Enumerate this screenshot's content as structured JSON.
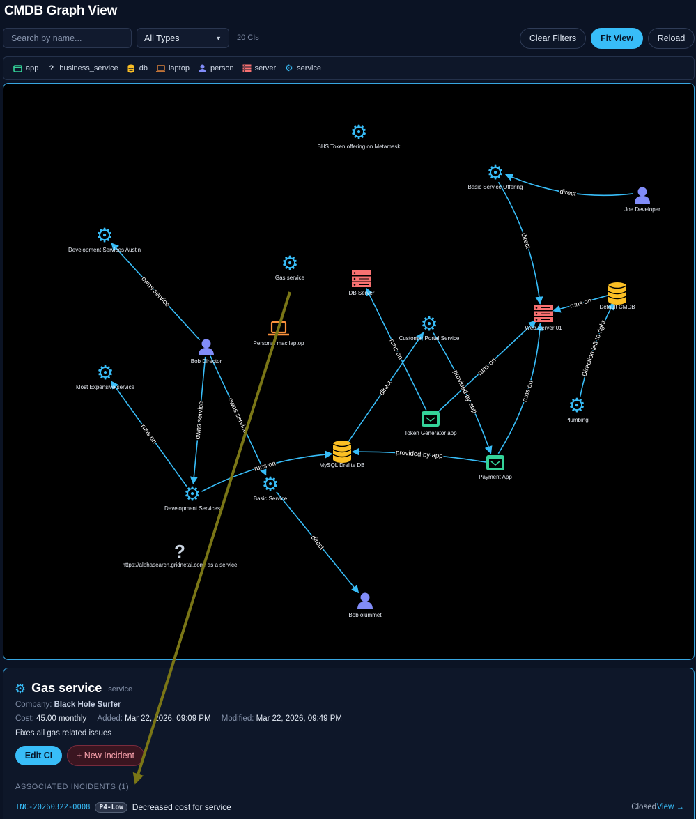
{
  "app_title": "CMDB Graph View",
  "toolbar": {
    "search_placeholder": "Search by name...",
    "type_filter": "All Types",
    "ci_count": "20 CIs",
    "clear_filters": "Clear Filters",
    "fit_view": "Fit View",
    "reload": "Reload"
  },
  "legend": [
    {
      "label": "app",
      "icon": "app-icon",
      "color": "#34d399"
    },
    {
      "label": "business_service",
      "icon": "question-icon",
      "color": "#cbd5e1"
    },
    {
      "label": "db",
      "icon": "database-icon",
      "color": "#fbbf24"
    },
    {
      "label": "laptop",
      "icon": "laptop-icon",
      "color": "#fb923c"
    },
    {
      "label": "person",
      "icon": "person-icon",
      "color": "#818cf8"
    },
    {
      "label": "server",
      "icon": "server-icon",
      "color": "#f87171"
    },
    {
      "label": "service",
      "icon": "gear-icon",
      "color": "#38bdf8"
    }
  ],
  "graph": {
    "nodes": [
      {
        "id": "bhs",
        "label": "BHS Token offering on Metamask",
        "type": "service"
      },
      {
        "id": "bso",
        "label": "Basic Service Offering",
        "type": "service"
      },
      {
        "id": "joe",
        "label": "Joe Developer",
        "type": "person"
      },
      {
        "id": "dsa",
        "label": "Development Services  Austin",
        "type": "service"
      },
      {
        "id": "gas",
        "label": "Gas service",
        "type": "service"
      },
      {
        "id": "dbs",
        "label": "DB Server",
        "type": "server"
      },
      {
        "id": "cmdb",
        "label": "Default CMDB",
        "type": "db"
      },
      {
        "id": "web",
        "label": "Web Server 01",
        "type": "server"
      },
      {
        "id": "lap",
        "label": "Personal mac laptop",
        "type": "laptop"
      },
      {
        "id": "cps",
        "label": "Customer Portal Service",
        "type": "service"
      },
      {
        "id": "bob",
        "label": "Bob Director",
        "type": "person"
      },
      {
        "id": "mes",
        "label": "Most Expensive service",
        "type": "service"
      },
      {
        "id": "plb",
        "label": "Plumbing",
        "type": "service"
      },
      {
        "id": "tga",
        "label": "Token Generator app",
        "type": "app"
      },
      {
        "id": "mys",
        "label": "MySQL Drelite DB",
        "type": "db"
      },
      {
        "id": "pay",
        "label": "Payment App",
        "type": "app"
      },
      {
        "id": "bas",
        "label": "Basic Service",
        "type": "service"
      },
      {
        "id": "dev",
        "label": "Development Services",
        "type": "service"
      },
      {
        "id": "alp",
        "label": "https://alphasearch.gridnetai.com/ as a service",
        "type": "business_service"
      },
      {
        "id": "olm",
        "label": "Bob olummet",
        "type": "person"
      }
    ],
    "edges": [
      {
        "from": "joe",
        "to": "bso",
        "label": "direct"
      },
      {
        "from": "bso",
        "to": "web",
        "label": "direct"
      },
      {
        "from": "cmdb",
        "to": "web",
        "label": "runs on"
      },
      {
        "from": "plb",
        "to": "cmdb",
        "label": "Direction left to right"
      },
      {
        "from": "bob",
        "to": "dsa",
        "label": "owns service"
      },
      {
        "from": "bob",
        "to": "dev",
        "label": "owns service"
      },
      {
        "from": "bob",
        "to": "bas",
        "label": "owns service"
      },
      {
        "from": "dev",
        "to": "mes",
        "label": "runs on"
      },
      {
        "from": "dev",
        "to": "mys",
        "label": "runs on"
      },
      {
        "from": "tga",
        "to": "dbs",
        "label": "runs on"
      },
      {
        "from": "tga",
        "to": "web",
        "label": "runs on"
      },
      {
        "from": "mys",
        "to": "cps",
        "label": "direct"
      },
      {
        "from": "cps",
        "to": "pay",
        "label": "provided by app"
      },
      {
        "from": "pay",
        "to": "mys",
        "label": "provided by app"
      },
      {
        "from": "pay",
        "to": "web",
        "label": "runs on"
      },
      {
        "from": "bas",
        "to": "olm",
        "label": "direct"
      }
    ]
  },
  "detail": {
    "name": "Gas service",
    "type": "service",
    "company_label": "Company:",
    "company": "Black Hole Surfer",
    "cost_label": "Cost:",
    "cost": "45.00 monthly",
    "added_label": "Added:",
    "added": "Mar 22, 2026, 09:09 PM",
    "modified_label": "Modified:",
    "modified": "Mar 22, 2026, 09:49 PM",
    "description": "Fixes all gas related issues",
    "edit_button": "Edit CI",
    "new_incident_button": "+ New Incident",
    "incidents_heading": "ASSOCIATED INCIDENTS (1)",
    "incidents": [
      {
        "id": "INC-20260322-0008",
        "priority": "P4-Low",
        "title": "Decreased cost for service",
        "status": "Closed",
        "view": "View →"
      }
    ]
  }
}
